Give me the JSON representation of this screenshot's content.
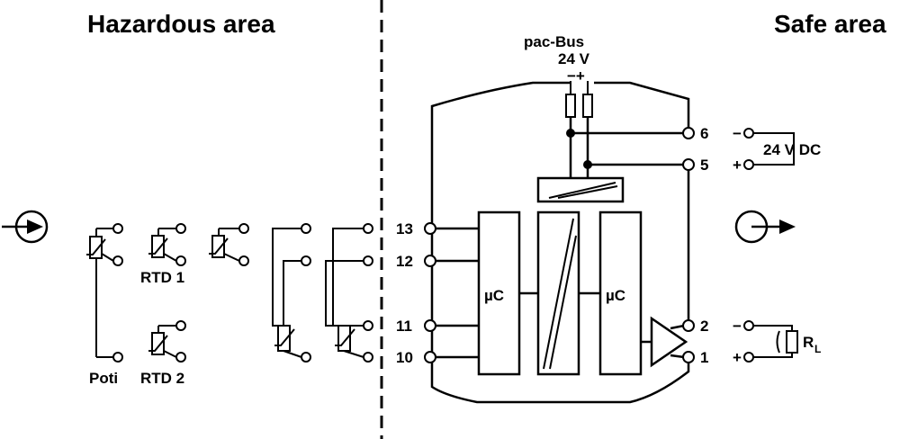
{
  "areas": {
    "hazardous": "Hazardous area",
    "safe": "Safe area"
  },
  "bus": {
    "name": "pac-Bus",
    "voltage": "24 V",
    "polarity": "−+"
  },
  "supply": {
    "label": "24 V DC",
    "minus": "−",
    "plus": "+"
  },
  "terminals": {
    "t13": "13",
    "t12": "12",
    "t11": "11",
    "t10": "10",
    "t6": "6",
    "t5": "5",
    "t2": "2",
    "t1": "1"
  },
  "output": {
    "minus": "−",
    "plus": "+",
    "load": "R",
    "load_sub": "L"
  },
  "sensors": {
    "rtd1": "RTD 1",
    "rtd2": "RTD 2",
    "poti": "Poti"
  },
  "blocks": {
    "uc_left": "µC",
    "uc_right": "µC"
  },
  "icons": [
    "input-arrow-icon",
    "output-arrow-icon",
    "amplifier-icon",
    "isolation-icon"
  ]
}
